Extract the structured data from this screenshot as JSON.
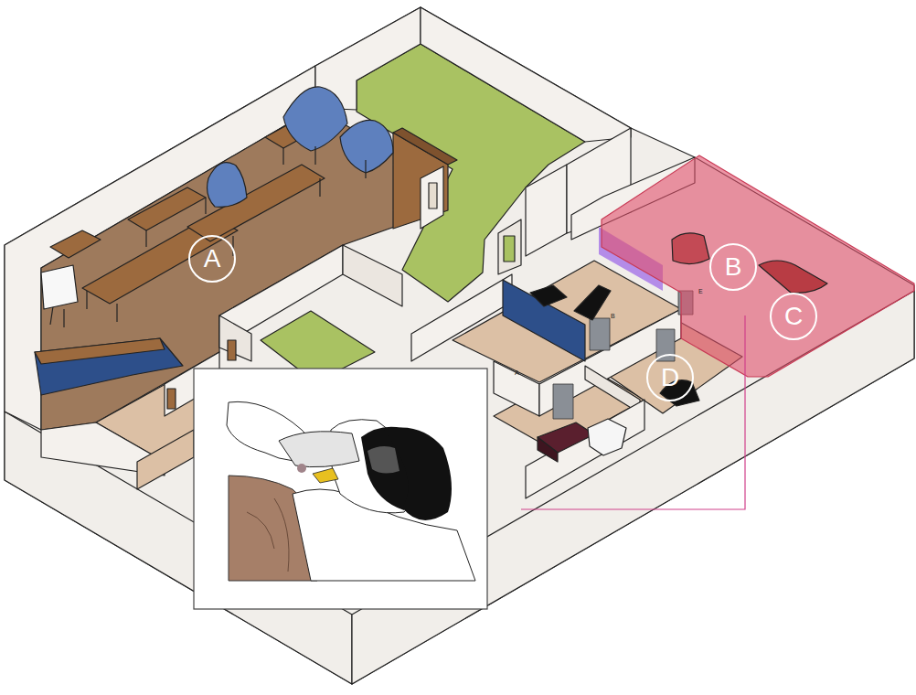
{
  "diagram": {
    "nodes": [
      {
        "text": [
          "A"
        ]
      },
      {
        "text": [
          "B"
        ]
      },
      {
        "text": [
          "C"
        ]
      },
      {
        "text": [
          "D"
        ]
      }
    ],
    "labels": [
      "A",
      "B",
      "E"
    ]
  }
}
